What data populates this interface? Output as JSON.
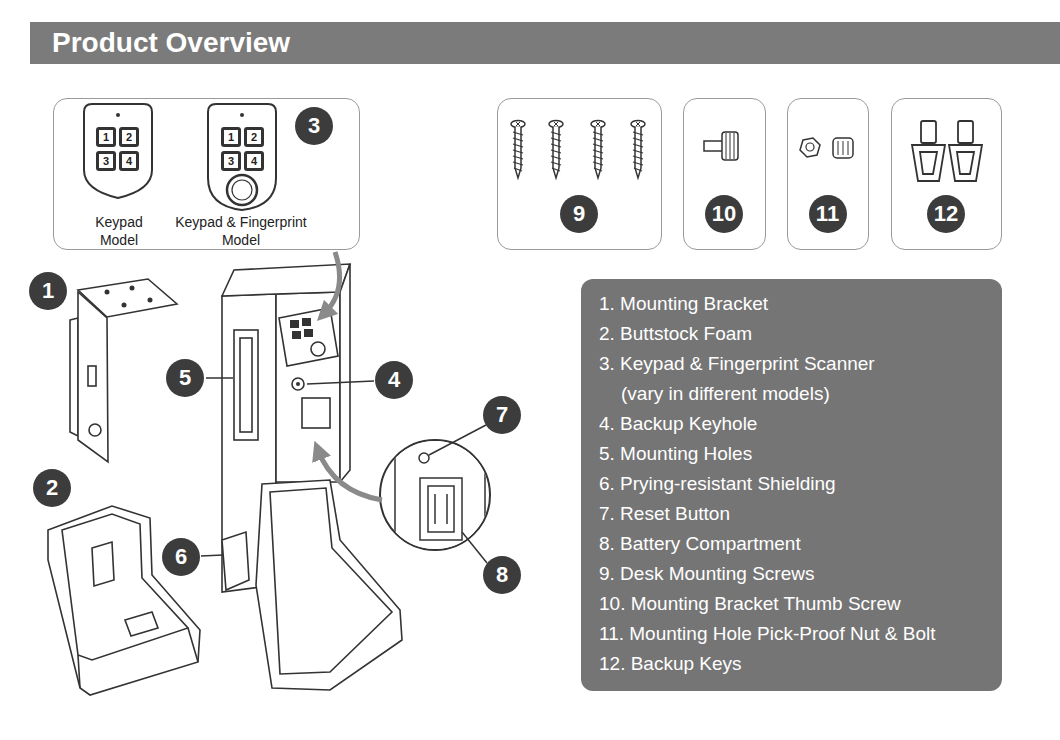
{
  "diagram": {
    "title": "Product Overview",
    "nodes": [
      {
        "text": [
          "Keypad Model",
          "Keypad & Fingerprint Model",
          "3"
        ]
      },
      {
        "text": [
          "9"
        ]
      },
      {
        "text": [
          "10"
        ]
      },
      {
        "text": [
          "11"
        ]
      },
      {
        "text": [
          "12"
        ]
      },
      {
        "text": [
          "1"
        ]
      },
      {
        "text": [
          "2"
        ]
      },
      {
        "text": [
          "5"
        ]
      },
      {
        "text": [
          "4"
        ]
      },
      {
        "text": [
          "6"
        ]
      },
      {
        "text": [
          "7"
        ]
      },
      {
        "text": [
          "8"
        ]
      },
      {
        "text": [
          "1. Mounting Bracket",
          "2. Buttstock Foam",
          "3. Keypad & Fingerprint Scanner (vary in different models)",
          "4. Backup Keyhole",
          "5. Mounting Holes",
          "6. Prying-resistant Shielding",
          "7. Reset Button",
          "8. Battery Compartment",
          "9. Desk Mounting Screws",
          "10. Mounting Bracket Thumb Screw",
          "11. Mounting Hole Pick-Proof Nut & Bolt",
          "12. Backup Keys"
        ]
      }
    ],
    "labels": [
      "1",
      "2",
      "3",
      "4",
      "1",
      "2",
      "3",
      "4"
    ]
  }
}
